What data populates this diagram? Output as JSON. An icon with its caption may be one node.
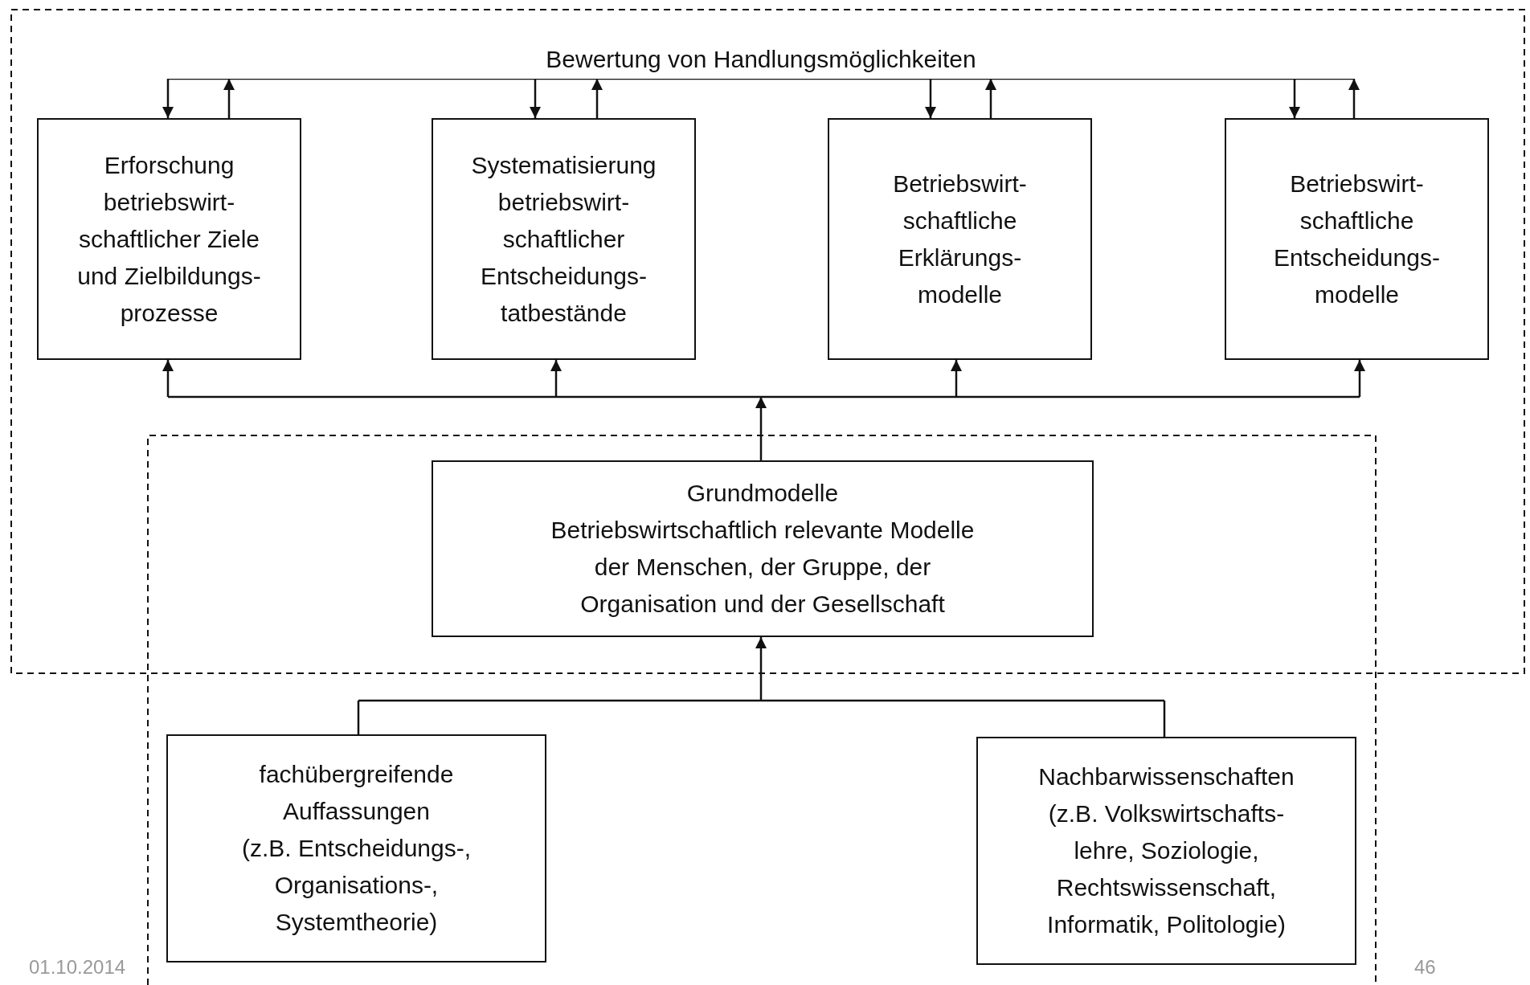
{
  "diagram": {
    "nodes": [
      {
        "text": [
          "Bewertung von Handlungsmöglichkeiten"
        ]
      },
      {
        "text": [
          "Erforschung betriebswirt- schaftlicher Ziele und Zielbildungs- prozesse"
        ]
      },
      {
        "text": [
          "Systematisierung betriebswirt- schaftlicher Entscheidungs- tatbestände"
        ]
      },
      {
        "text": [
          "Betriebswirt- schaftliche Erklärungs- modelle"
        ]
      },
      {
        "text": [
          "Betriebswirt- schaftliche Entscheidungs- modelle"
        ]
      },
      {
        "text": [
          "Grundmodelle",
          "Betriebswirtschaftlich relevante Modelle der Menschen, der Gruppe, der Organisation und der Gesellschaft"
        ]
      },
      {
        "text": [
          "fachübergreifende Auffassungen",
          "(z.B. Entscheidungs-, Organisations-, Systemtheorie)"
        ]
      },
      {
        "text": [
          "Nachbarwissenschaften",
          "(z.B. Volkswirtschafts- lehre, Soziologie, Rechtswissenschaft, Informatik, Politologie)"
        ]
      }
    ],
    "edges": [
      {
        "from": 0,
        "to": 1,
        "arrow": "to"
      },
      {
        "from": 1,
        "to": 0,
        "arrow": "to"
      },
      {
        "from": 0,
        "to": 2,
        "arrow": "to"
      },
      {
        "from": 2,
        "to": 0,
        "arrow": "to"
      },
      {
        "from": 0,
        "to": 3,
        "arrow": "to"
      },
      {
        "from": 3,
        "to": 0,
        "arrow": "to"
      },
      {
        "from": 0,
        "to": 4,
        "arrow": "to"
      },
      {
        "from": 4,
        "to": 0,
        "arrow": "to"
      },
      {
        "from": 5,
        "to": 1,
        "arrow": "to"
      },
      {
        "from": 5,
        "to": 2,
        "arrow": "to"
      },
      {
        "from": 5,
        "to": 3,
        "arrow": "to"
      },
      {
        "from": 5,
        "to": 4,
        "arrow": "to"
      },
      {
        "from": 6,
        "to": 5,
        "arrow": "to"
      },
      {
        "from": 7,
        "to": 5,
        "arrow": "to"
      }
    ],
    "labels": [
      "01.10.2014",
      "46"
    ]
  }
}
